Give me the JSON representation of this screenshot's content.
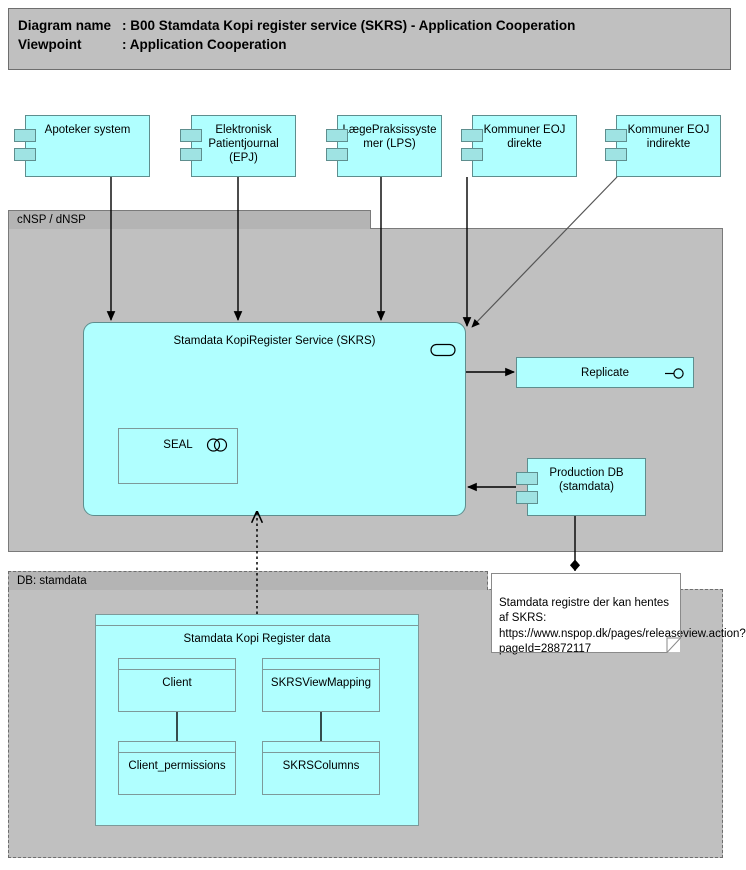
{
  "header": {
    "diagram_name_key": "Diagram name",
    "diagram_name_sep": ": B00 Stamdata Kopi register service (SKRS) - Application Cooperation",
    "viewpoint_key": "Viewpoint",
    "viewpoint_sep": ": Application Cooperation"
  },
  "groups": {
    "nsp": {
      "label": "cNSP / dNSP"
    },
    "db": {
      "label": "DB: stamdata"
    }
  },
  "components": {
    "apoteker": {
      "label": "Apoteker system"
    },
    "epj": {
      "label": "Elektronisk\nPatientjournal\n(EPJ)"
    },
    "lps": {
      "label": "LægePraksissyste\nmer (LPS)"
    },
    "kommuner_direkte": {
      "label": "Kommuner EOJ\ndirekte"
    },
    "kommuner_indirekte": {
      "label": "Kommuner EOJ\nindirekte"
    },
    "production_db": {
      "label": "Production DB\n(stamdata)"
    }
  },
  "skrs": {
    "title": "Stamdata KopiRegister Service (SKRS)",
    "icon": "application-service-icon"
  },
  "seal": {
    "title": "SEAL",
    "icon": "application-collaboration-icon"
  },
  "replicate": {
    "label": "Replicate",
    "icon": "application-interface-icon"
  },
  "data_objects": {
    "container": {
      "label": "Stamdata Kopi Register data"
    },
    "client": {
      "label": "Client"
    },
    "client_permissions": {
      "label": "Client_permissions"
    },
    "skrs_view_mapping": {
      "label": "SKRSViewMapping"
    },
    "skrs_columns": {
      "label": "SKRSColumns"
    }
  },
  "note": {
    "text": "Stamdata registre der kan hentes af SKRS: https://www.nspop.dk/pages/releaseview.action?pageId=28872117"
  },
  "colors": {
    "application_fill": "#b0ffff",
    "application_stroke": "#5e8e8e",
    "group_fill": "#c0c0c0",
    "group_tab_fill": "#b4b4b4",
    "note_fill": "#ffffff",
    "line": "#000000"
  }
}
